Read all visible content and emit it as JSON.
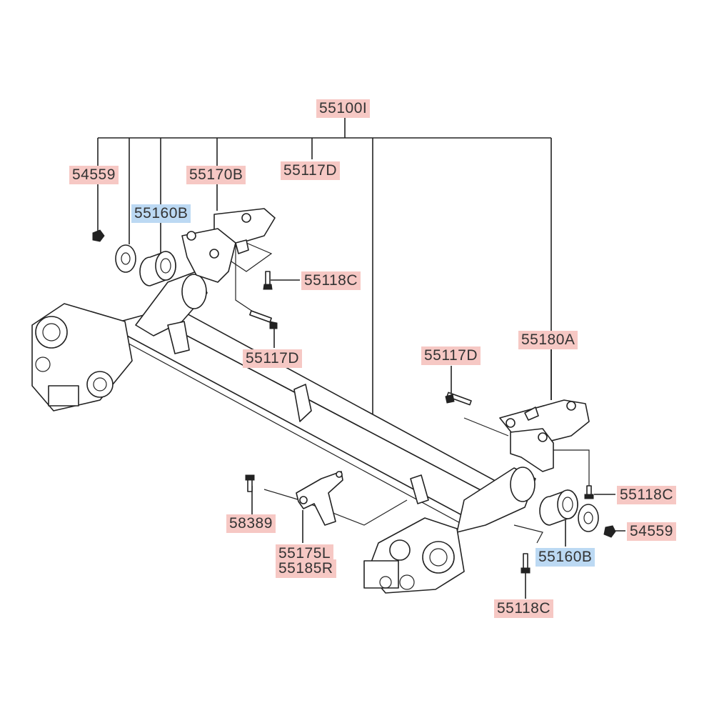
{
  "diagram": {
    "labels": {
      "main_assembly": "55100I",
      "nut_left": "54559",
      "bracket_left": "55170B",
      "bolt_top": "55117D",
      "bushing_left": "55160B",
      "bolt_left_c": "55118C",
      "bolt_left_d": "55117D",
      "bolt_right_d": "55117D",
      "bracket_right": "55180A",
      "bolt_right_c1": "55118C",
      "nut_right": "54559",
      "bushing_right": "55160B",
      "bolt_right_c2": "55118C",
      "bolt_58389": "58389",
      "bracket_175l": "55175L",
      "bracket_185r": "55185R"
    },
    "colors": {
      "label_red": "#f6c8c4",
      "label_blue": "#bcd9f3",
      "line": "#222222"
    }
  }
}
